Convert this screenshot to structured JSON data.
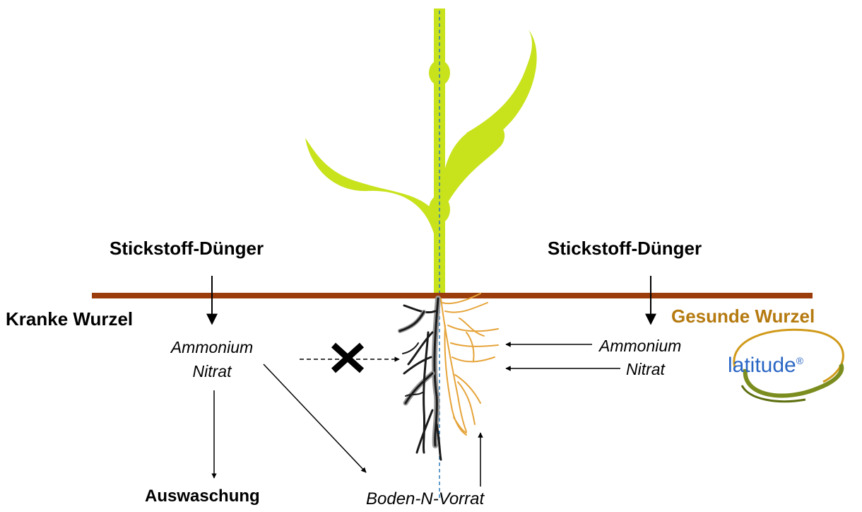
{
  "left": {
    "fertilizer": "Stickstoff-Dünger",
    "root_label": "Kranke Wurzel",
    "ammonium": "Ammonium",
    "nitrate": "Nitrat",
    "leaching": "Auswaschung"
  },
  "right": {
    "fertilizer": "Stickstoff-Dünger",
    "root_label": "Gesunde Wurzel",
    "ammonium": "Ammonium",
    "nitrate": "Nitrat"
  },
  "soil_reserve": "Boden-N-Vorrat",
  "logo": {
    "text": "latitude",
    "mark": "®"
  },
  "colors": {
    "plant": "#c8e21c",
    "soil_line": "#9b3c0c",
    "healthy_root": "#e6a43a",
    "healthy_label": "#b57a10",
    "diseased_root": "#9a9a9a",
    "logo_blue": "#2a66c4",
    "logo_swoosh": "#7a8d1e"
  }
}
